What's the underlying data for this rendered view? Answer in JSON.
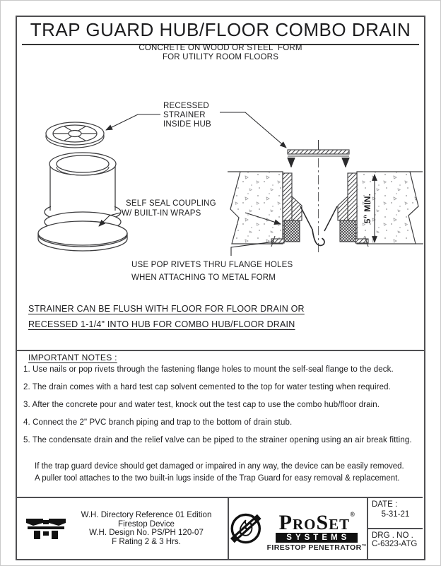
{
  "page": {
    "title": "TRAP GUARD HUB/FLOOR COMBO DRAIN",
    "subtitle_line1": "CONCRETE ON WOOD OR STEEL  FORM",
    "subtitle_line2": "FOR UTILITY ROOM FLOORS"
  },
  "diagram": {
    "recessed": [
      "RECESSED",
      "STRAINER",
      "INSIDE HUB"
    ],
    "self_seal": [
      "SELF SEAL COUPLING",
      "W/ BUILT-IN WRAPS"
    ],
    "pop_rivets": [
      "USE POP RIVETS THRU FLANGE HOLES",
      "WHEN ATTACHING TO METAL FORM"
    ],
    "dimension": "5\" MIN."
  },
  "statement": {
    "line1": "STRAINER CAN BE FLUSH WITH FLOOR FOR FLOOR DRAIN OR",
    "line2": "RECESSED 1-1/4\" INTO HUB FOR COMBO HUB/FLOOR DRAIN"
  },
  "notes": {
    "heading": "IMPORTANT NOTES :",
    "items": [
      "1. Use nails or pop rivets through the fastening flange holes to mount the self-seal flange to the deck.",
      "2. The drain comes with a hard test cap solvent cemented to the top for water testing when required.",
      "3. After the concrete pour and water test, knock out the test cap to use the combo hub/floor drain.",
      "4. Connect the 2\" PVC branch piping and trap to the bottom of drain stub.",
      "5. The condensate drain and the relief valve can be piped to the strainer opening using an air break fitting."
    ],
    "footer_line1": "If the trap guard device should get damaged or impaired in any way, the device can be easily removed.",
    "footer_line2": "A puller tool attaches to the two built-in lugs inside of the Trap Guard for easy removal & replacement."
  },
  "titleblock": {
    "wh_line1": "W.H. Directory Reference 01 Edition",
    "wh_line2": "Firestop Device",
    "wh_line3": "W.H. Design No. PS/PH 120-07",
    "wh_line4": "F Rating 2 & 3 Hrs.",
    "brand_name": "ProSet",
    "brand_registered": "®",
    "brand_systems": "SYSTEMS",
    "brand_tagline": "FIRESTOP  PENETRATOR",
    "brand_tm": "™",
    "date_label": "DATE :",
    "date_value": "5-31-21",
    "drg_label": "DRG . NO .",
    "drg_value": "C-6323-ATG"
  },
  "colors": {
    "ink": "#1c1c1e",
    "line": "#3d3d3f",
    "frame": "#4f4f52"
  }
}
